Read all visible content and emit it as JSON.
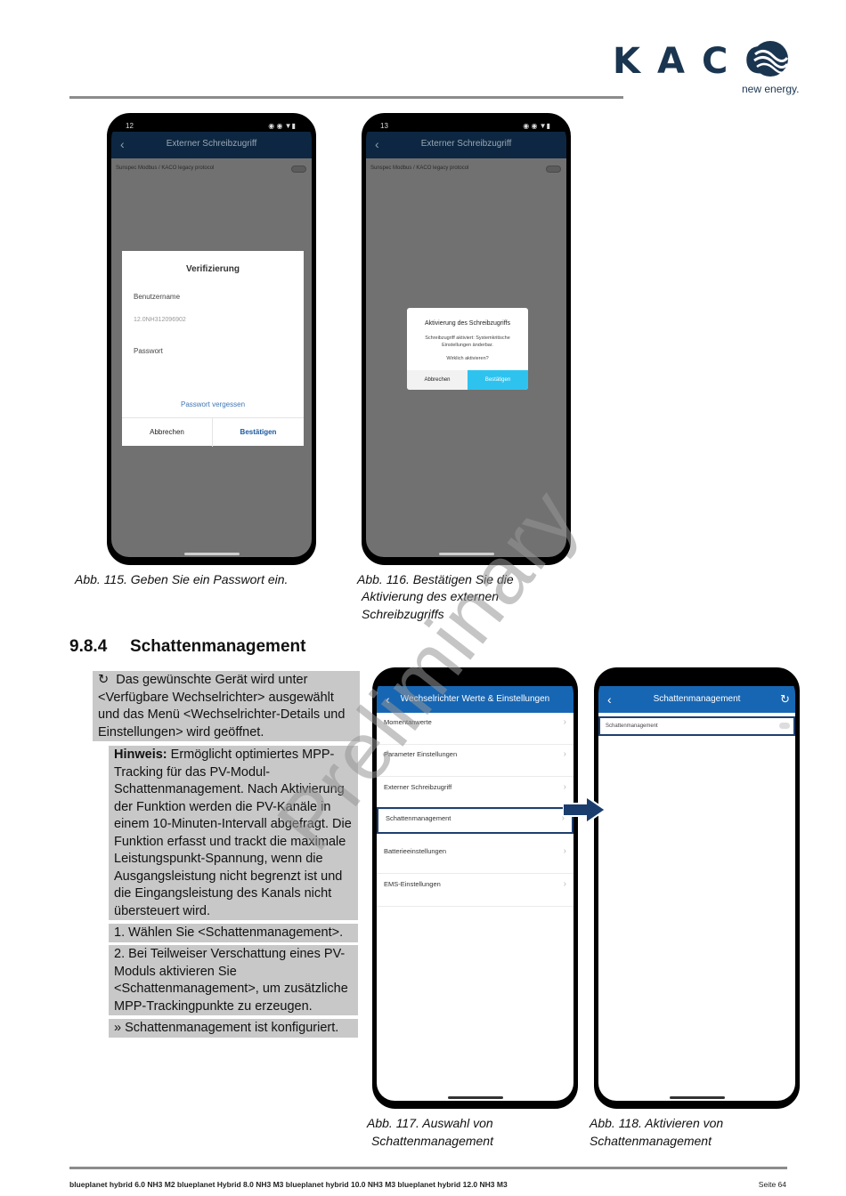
{
  "header": {
    "logo_text": "KACO",
    "logo_sub": "new energy."
  },
  "phone1": {
    "status_left": "12",
    "status_right": "◉ ◉ ▼▮",
    "title": "Externer Schreibzugriff",
    "row_label": "Sunspec Modbus / KACO legacy protocol",
    "dialog": {
      "title": "Verifizierung",
      "username_label": "Benutzername",
      "username_value": "12.0NH312096902",
      "password_label": "Passwort",
      "forgot": "Passwort vergessen",
      "cancel": "Abbrechen",
      "confirm": "Bestätigen"
    }
  },
  "phone2": {
    "status_left": "13",
    "status_right": "◉ ◉ ▼▮",
    "title": "Externer Schreibzugriff",
    "row_label": "Sunspec Modbus / KACO legacy protocol",
    "dialog": {
      "title": "Aktivierung des Schreibzugriffs",
      "body": "Schreibzugriff aktiviert: Systemkritische Einstellungen änderbar.",
      "question": "Wirklich aktivieren?",
      "cancel": "Abbrechen",
      "confirm": "Bestätigen"
    }
  },
  "phone3": {
    "title": "Wechselrichter Werte & Einstellungen",
    "items": [
      "Momentanwerte",
      "Parameter Einstellungen",
      "Externer Schreibzugriff",
      "Schattenmanagement",
      "Batterieeinstellungen",
      "EMS-Einstellungen"
    ]
  },
  "phone4": {
    "title": "Schattenmanagement",
    "row_label": "Schattenmanagement"
  },
  "captions": {
    "c115": "Abb. 115. Geben Sie ein Passwort ein.",
    "c116_1": "Abb. 116. Bestätigen Sie die",
    "c116_2": "Aktivierung des externen",
    "c116_3": "Schreibzugriffs",
    "c117_1": "Abb. 117. Auswahl von",
    "c117_2": "Schattenmanagement",
    "c118_1": "Abb. 118. Aktivieren von",
    "c118_2": "Schattenmanagement"
  },
  "section": {
    "number": "9.8.4",
    "title": "Schattenmanagement"
  },
  "blocks": {
    "intro_icon": "↻",
    "intro": "Das gewünschte Gerät wird unter <Verfügbare Wechselrichter> ausgewählt und das Menü <Wechselrichter-Details und Einstellungen> wird geöffnet.",
    "note_label": "Hinweis:",
    "note": "Ermöglicht optimiertes MPP-Tracking für das PV-Modul-Schattenmanagement. Nach Aktivierung der Funktion werden die PV-Kanäle in einem 10-Minuten-Intervall abgefragt. Die Funktion erfasst und trackt die maximale Leistungspunkt-Spannung, wenn die Ausgangsleistung nicht begrenzt ist und die Eingangsleistung des Kanals nicht übersteuert wird.",
    "step1": "1. Wählen Sie <Schattenmanagement>.",
    "step2": "2. Bei Teilweiser Verschattung eines PV-Moduls aktivieren Sie <Schattenmanagement>, um zusätzliche MPP-Trackingpunkte zu erzeugen.",
    "result": "» Schattenmanagement ist konfiguriert."
  },
  "watermark": "Preliminary",
  "footer": {
    "left": "blueplanet hybrid 6.0 NH3 M2   blueplanet Hybrid 8.0 NH3 M3  blueplanet hybrid 10.0 NH3 M3 blueplanet hybrid 12.0 NH3 M3",
    "right": "Seite 64"
  },
  "colors": {
    "brand_dark": "#1a3550",
    "app_blue": "#1766b3",
    "confirm_cyan": "#2ec3ef",
    "block_grey": "#c8c8c8"
  }
}
